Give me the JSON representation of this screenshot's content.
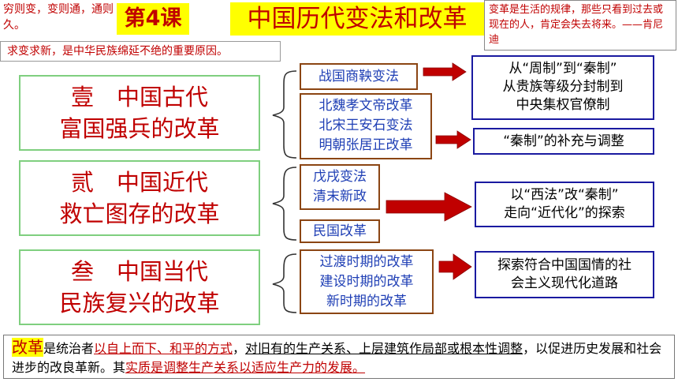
{
  "quotes": {
    "left_quote": "穷则变，变则通，通则久。",
    "right_quote": "变革是生活的规律，那些只看到过去或现在的人，肯定会失去将来。——肯尼迪"
  },
  "header": {
    "lesson_number": "第4课",
    "lesson_title": "中国历代变法和改革"
  },
  "motto": "求变求新，是中华民族绵延不绝的重要原因。",
  "eras": [
    {
      "line1": "壹　中国古代",
      "line2": "富国强兵的改革"
    },
    {
      "line1": "贰　中国近代",
      "line2": "救亡图存的改革"
    },
    {
      "line1": "叁　中国当代",
      "line2": "民族复兴的改革"
    }
  ],
  "reforms": {
    "ancient_a": [
      "战国商鞅变法"
    ],
    "ancient_b": [
      "北魏孝文帝改革",
      "北宋王安石变法",
      "明朝张居正改革"
    ],
    "modern_a": [
      "戊戌变法",
      "清末新政"
    ],
    "modern_b": [
      "民国改革"
    ],
    "contemporary": [
      "过渡时期的改革",
      "建设时期的改革",
      "新时期的改革"
    ]
  },
  "results": {
    "r1": [
      "从“周制”到“秦制”",
      "从贵族等级分封制到",
      "中央集权官僚制"
    ],
    "r2": [
      "“秦制”的补充与调整"
    ],
    "r3": [
      "以“西法”改“秦制”",
      "走向“近代化”的探索"
    ],
    "r4": [
      "探索符合中国国情的社",
      "会主义现代化道路"
    ]
  },
  "definition": {
    "term": "改革",
    "p1": "是统治者",
    "p2": "以自上而下、和平的方式",
    "p3": "，",
    "p4": "对旧有的生产关系、上层建筑作局部或根本性调整",
    "p5": "，以促进历史发展和社会进步的改良革新。其",
    "p6": "实质是调整生产关系以适应生产力的发展。"
  },
  "colors": {
    "accent_red": "#c00000",
    "highlight": "#ffff00",
    "arrow": "#c00000",
    "era_border": "#7fcf7f"
  }
}
